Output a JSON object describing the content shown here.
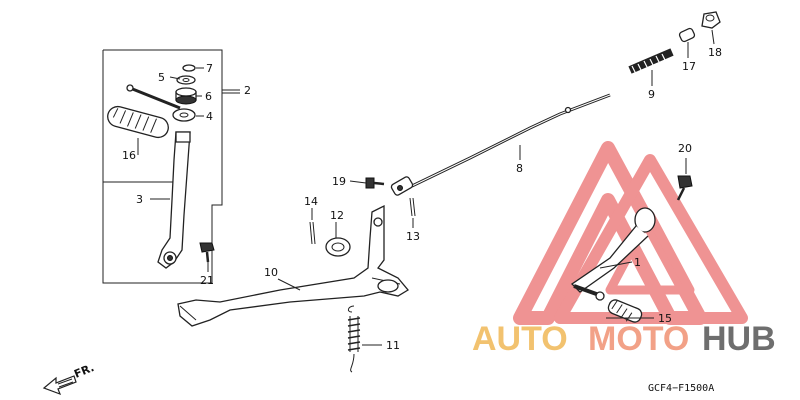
{
  "diagram": {
    "callouts": [
      "1",
      "2",
      "3",
      "4",
      "5",
      "6",
      "7",
      "8",
      "9",
      "10",
      "11",
      "12",
      "13",
      "14",
      "15",
      "16",
      "17",
      "18",
      "19",
      "20",
      "21"
    ],
    "front_marker": "FR.",
    "figure_code": "GCF4−F1500A"
  },
  "watermark": {
    "auto": "AUTO",
    "moto": "MOTO",
    "hub": "HUB",
    "colors": {
      "triangle": "#e23b3b",
      "auto": "#f0b44c",
      "moto": "#f08a6a",
      "hub": "#4a4a4a"
    }
  }
}
